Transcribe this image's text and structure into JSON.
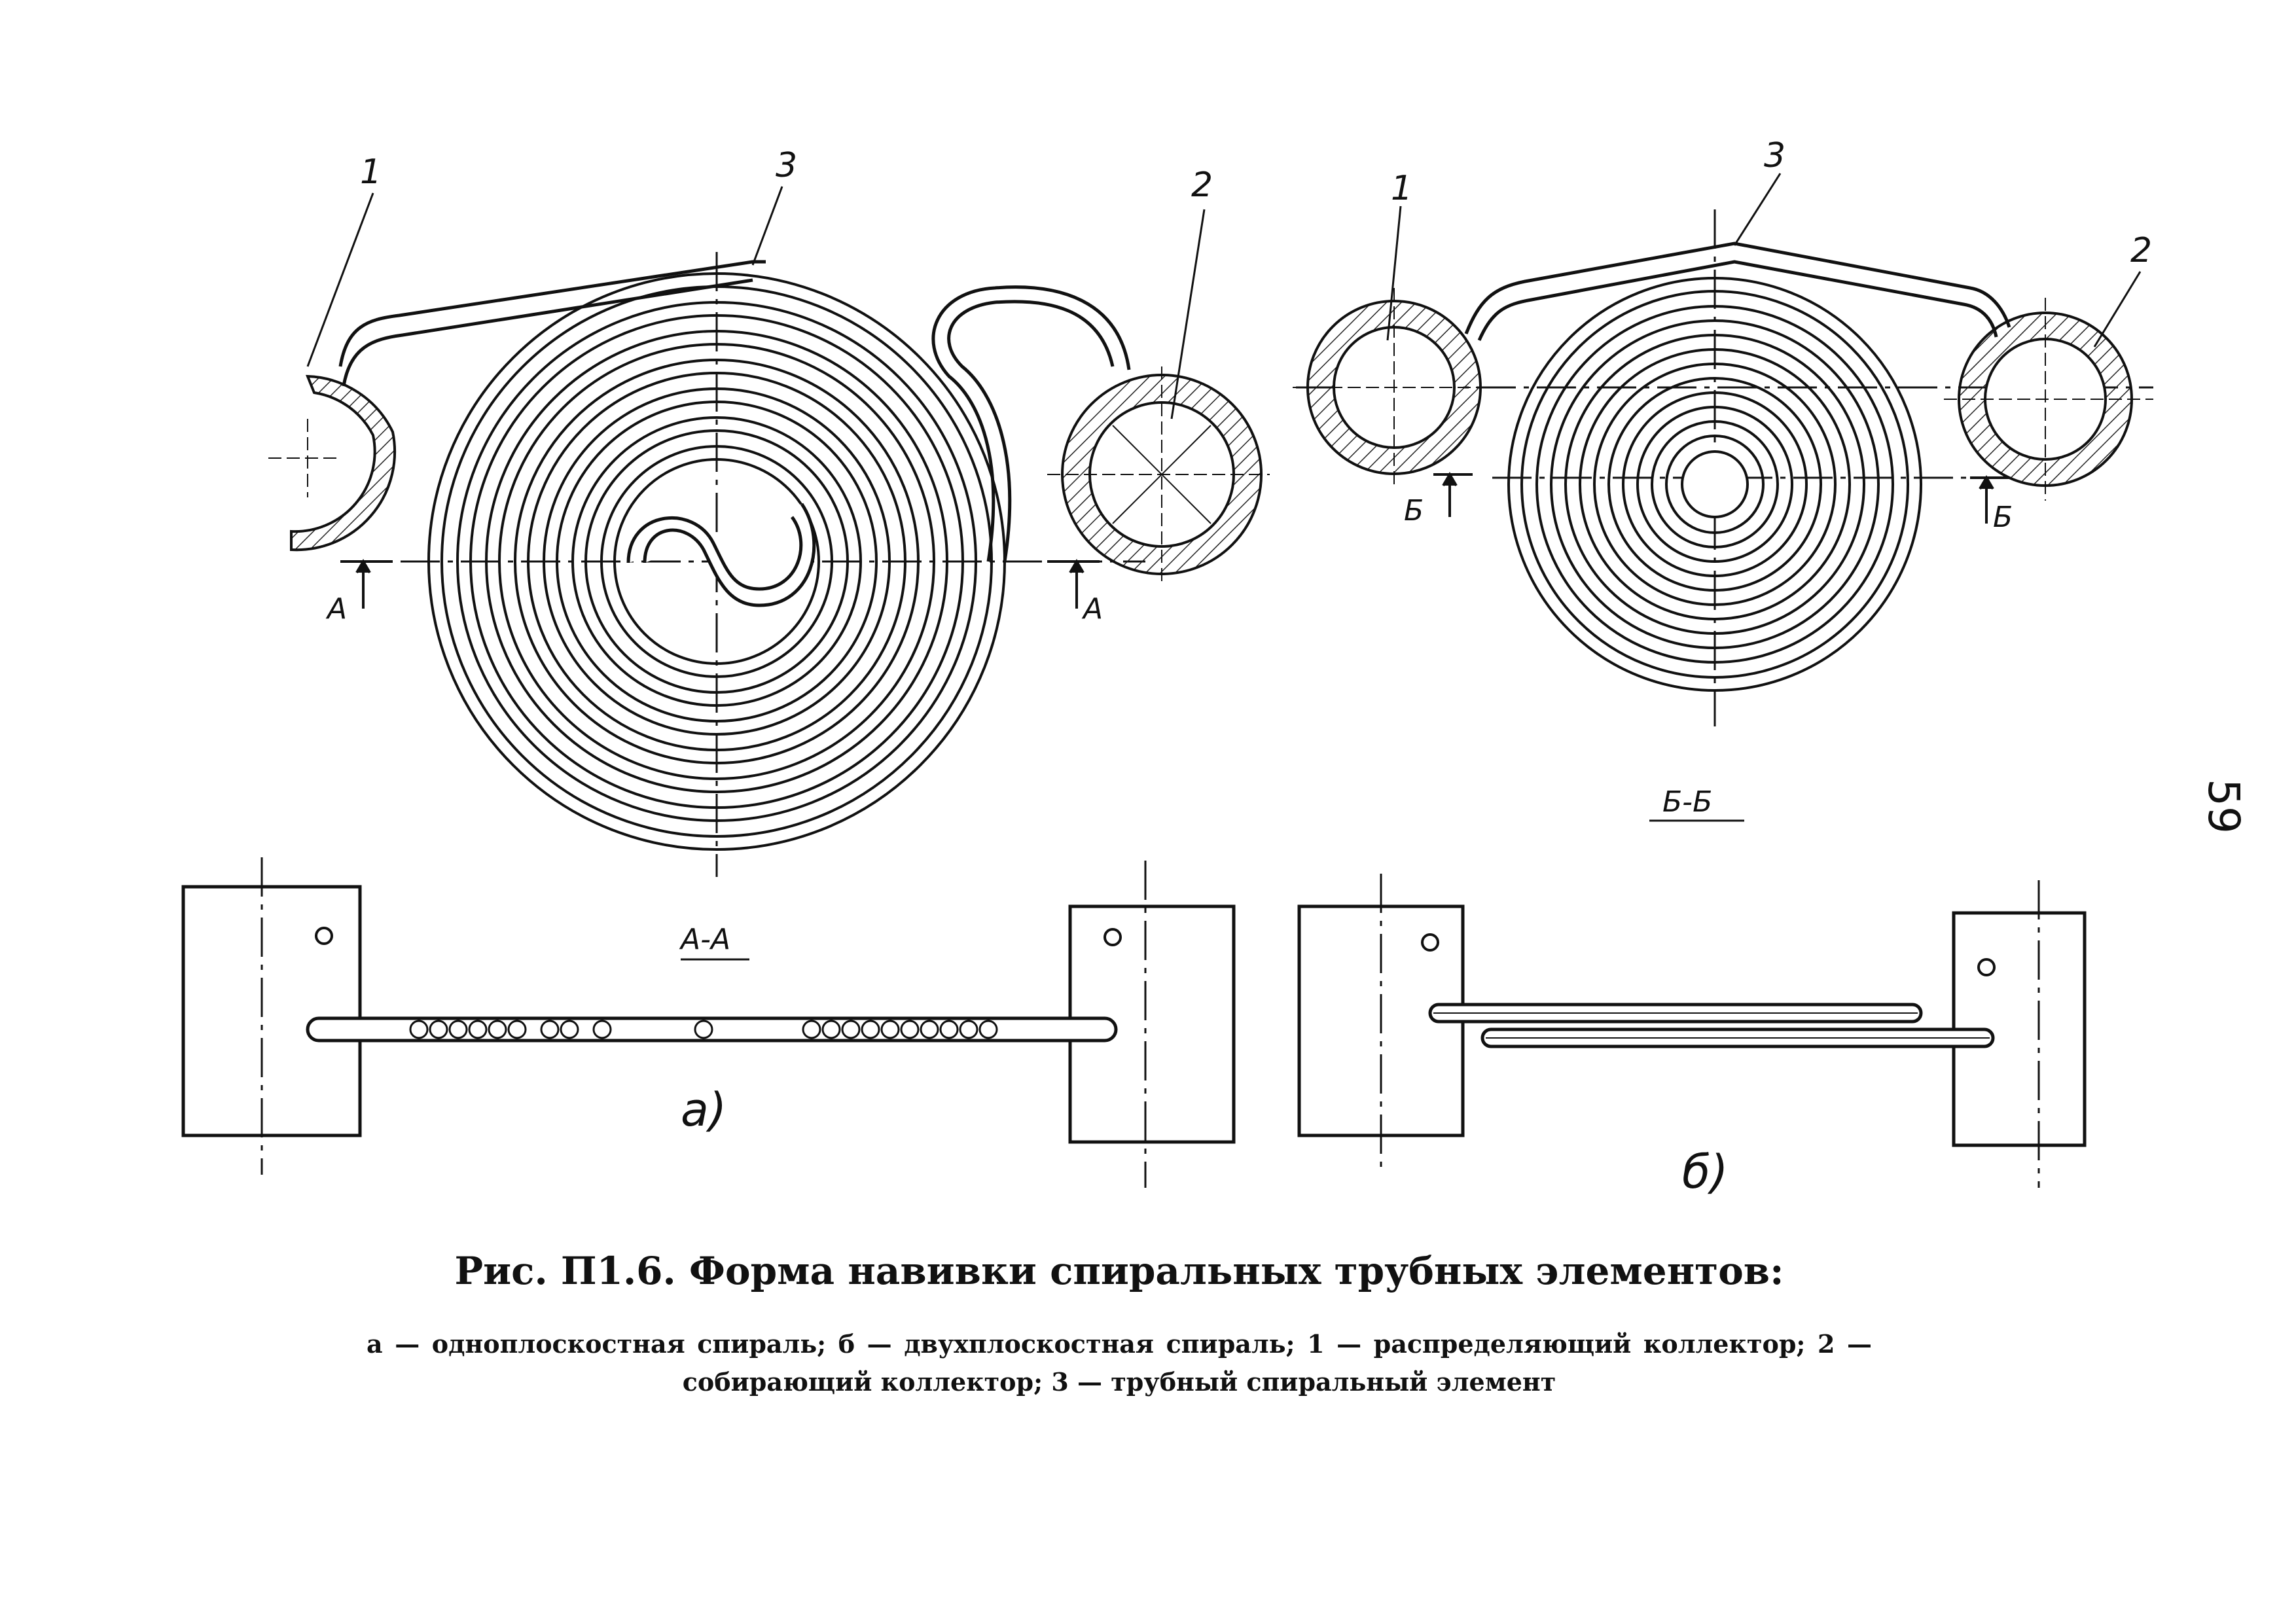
{
  "labels": {
    "collector_in_a": "1",
    "collector_out_a": "2",
    "spiral_a": "3",
    "collector_in_b": "1",
    "collector_out_b": "2",
    "spiral_b": "3",
    "section_mark_a_left": "A",
    "section_mark_a_right": "A",
    "section_mark_b_left": "Б",
    "section_mark_b_right": "Б"
  },
  "section_titles": {
    "a": "А-А",
    "b": "Б-Б"
  },
  "view_labels": {
    "a": "a)",
    "b": "б)"
  },
  "page_number": "59",
  "caption": {
    "title": "Рис. П1.6. Форма навивки спиральных трубных элементов:",
    "legend": "а — одноплоскостная спираль; б — двухплоскостная спираль; 1 — распределяющий коллектор; 2 — собирающий коллектор; 3 — трубный спиральный элемент"
  }
}
